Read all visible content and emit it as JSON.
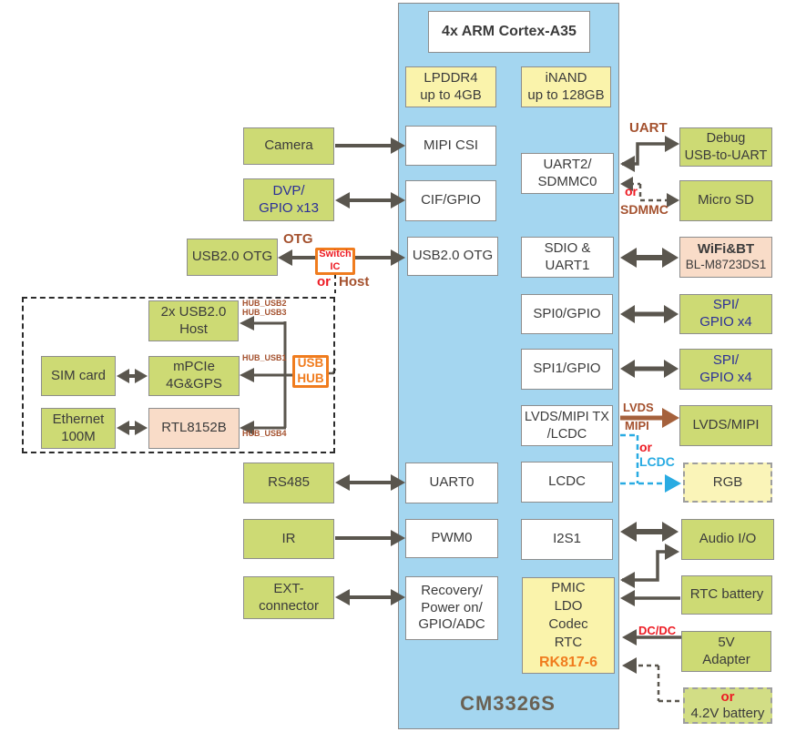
{
  "colors": {
    "soc_fill": "#A4D6F0",
    "green_fill": "#CDDA74",
    "yellow_fill": "#FAF3AB",
    "pink_fill": "#F9DCC8",
    "orange_accent": "#F07C1E",
    "brown_label": "#A4512E",
    "red_label": "#ED1C24",
    "cyan_accent": "#29ABE2",
    "navy_text": "#2B2F98",
    "arrow_grey": "#5A564E"
  },
  "soc": {
    "name": "CM3326S",
    "cpu": "4x ARM Cortex-A35",
    "lpddr4": "LPDDR4\nup to 4GB",
    "inand": "iNAND\nup to 128GB",
    "mipi_csi": "MIPI CSI",
    "cif_gpio": "CIF/GPIO",
    "usb_otg": "USB2.0 OTG",
    "uart0": "UART0",
    "pwm0": "PWM0",
    "recovery": "Recovery/\nPower on/\nGPIO/ADC",
    "uart2_sdmmc0": "UART2/\nSDMMC0",
    "sdio_uart1": "SDIO &\nUART1",
    "spi0_gpio": "SPI0/GPIO",
    "spi1_gpio": "SPI1/GPIO",
    "lvds_mipi_tx": "LVDS/MIPI TX\n/LCDC",
    "lcdc": "LCDC",
    "i2s1": "I2S1",
    "pmic_stack": "PMIC\nLDO\nCodec\nRTC",
    "pmic_part": "RK817-6"
  },
  "left": {
    "camera": "Camera",
    "dvp": "DVP/\nGPIO x13",
    "usb_otg": "USB2.0 OTG",
    "rs485": "RS485",
    "ir": "IR",
    "ext_connector": "EXT-\nconnector"
  },
  "hub_cluster": {
    "usb_host": "2x USB2.0\nHost",
    "sim_card": "SIM card",
    "mpcie": "mPCIe\n4G&GPS",
    "ethernet": "Ethernet\n100M",
    "rtl8152b": "RTL8152B",
    "usb_hub": "USB\nHUB",
    "hub_usb2": "HUB_USB2",
    "hub_usb3": "HUB_USB3",
    "hub_usb1": "HUB_USB1",
    "hub_usb4": "HUB_USB4"
  },
  "right": {
    "debug": "Debug\nUSB-to-UART",
    "micro_sd": "Micro SD",
    "wifi_title": "WiFi&BT",
    "wifi_part": "BL-M8723DS1",
    "spi_gpio_a": "SPI/\nGPIO x4",
    "spi_gpio_b": "SPI/\nGPIO x4",
    "lvds_mipi": "LVDS/MIPI",
    "rgb": "RGB",
    "audio": "Audio I/O",
    "rtc_battery": "RTC battery",
    "adapter_5v": "5V\nAdapter",
    "battery_or": "or",
    "battery_42v": "4.2V battery"
  },
  "wire_labels": {
    "uart": "UART",
    "or_sdmmc": "or",
    "sdmmc": "SDMMC",
    "otg": "OTG",
    "switch_ic": "Switch\nIC",
    "or_host": "or",
    "host": "Host",
    "lvds": "LVDS",
    "mipi": "MIPI",
    "or_lcdc": "or",
    "lcdc": "LCDC",
    "dcdc": "DC/DC"
  }
}
